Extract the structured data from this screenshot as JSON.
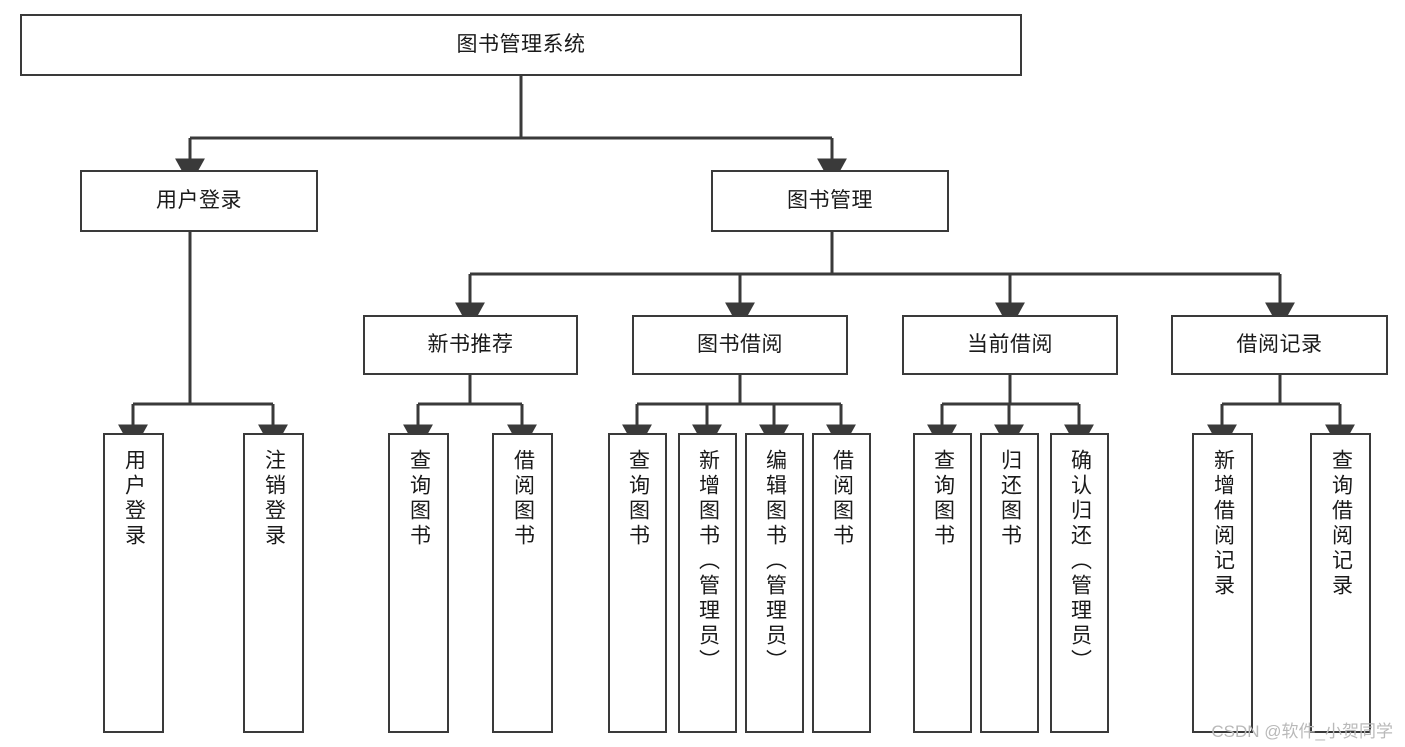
{
  "diagram": {
    "title": "图书管理系统",
    "watermark": "CSDN @软件_小贺同学",
    "stroke_color": "#3a3a3a",
    "background_color": "#ffffff",
    "nodes": {
      "root": {
        "label": "图书管理系统"
      },
      "level1": [
        {
          "id": "user-login",
          "label": "用户登录"
        },
        {
          "id": "book-management",
          "label": "图书管理"
        }
      ],
      "level2": [
        {
          "id": "new-book-recommend",
          "label": "新书推荐"
        },
        {
          "id": "book-borrow",
          "label": "图书借阅"
        },
        {
          "id": "current-borrow",
          "label": "当前借阅"
        },
        {
          "id": "borrow-record",
          "label": "借阅记录"
        }
      ],
      "leaves": {
        "user-login": [
          {
            "id": "user-login-leaf",
            "label": "用户登录"
          },
          {
            "id": "user-logout-leaf",
            "label": "注销登录"
          }
        ],
        "new-book-recommend": [
          {
            "id": "query-book-1",
            "label": "查询图书"
          },
          {
            "id": "borrow-book-1",
            "label": "借阅图书"
          }
        ],
        "book-borrow": [
          {
            "id": "query-book-2",
            "label": "查询图书"
          },
          {
            "id": "add-book-admin",
            "label": "新增图书（管理员）"
          },
          {
            "id": "edit-book-admin",
            "label": "编辑图书（管理员）"
          },
          {
            "id": "borrow-book-2",
            "label": "借阅图书"
          }
        ],
        "current-borrow": [
          {
            "id": "query-book-3",
            "label": "查询图书"
          },
          {
            "id": "return-book",
            "label": "归还图书"
          },
          {
            "id": "confirm-return-admin",
            "label": "确认归还（管理员）"
          }
        ],
        "borrow-record": [
          {
            "id": "add-borrow-record",
            "label": "新增借阅记录"
          },
          {
            "id": "query-borrow-record",
            "label": "查询借阅记录"
          }
        ]
      }
    }
  }
}
